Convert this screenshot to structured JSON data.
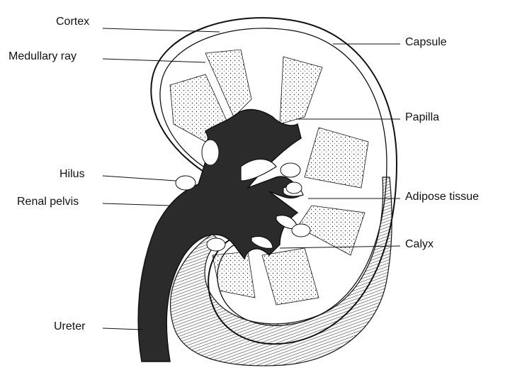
{
  "labels": {
    "cortex": "Cortex",
    "medullary_ray": "Medullary ray",
    "hilus": "Hilus",
    "renal_pelvis": "Renal pelvis",
    "ureter": "Ureter",
    "capsule": "Capsule",
    "papilla": "Papilla",
    "adipose_tissue": "Adipose tissue",
    "calyx": "Calyx"
  },
  "colors": {
    "ink": "#111111",
    "pelvis_fill": "#2b2b2b",
    "background": "#ffffff"
  }
}
